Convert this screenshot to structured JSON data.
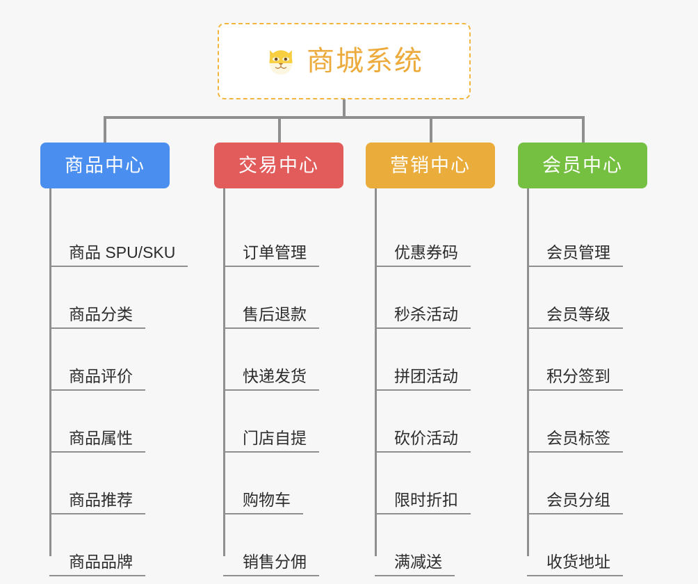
{
  "page": {
    "background_color": "#f7f7f7",
    "diagram_type": "mindmap-tree"
  },
  "root": {
    "title": "商城系统",
    "icon": "shiba-dog-face-icon",
    "text_color": "#ecab3c",
    "border_color": "#f2b63f",
    "background_color": "#ffffff"
  },
  "connector": {
    "color": "#8f8f8f"
  },
  "branches": [
    {
      "label": "商品中心",
      "color": "#4a8ef0",
      "items": [
        "商品 SPU/SKU",
        "商品分类",
        "商品评价",
        "商品属性",
        "商品推荐",
        "商品品牌"
      ]
    },
    {
      "label": "交易中心",
      "color": "#e25c5c",
      "items": [
        "订单管理",
        "售后退款",
        "快递发货",
        "门店自提",
        "购物车",
        "销售分佣"
      ]
    },
    {
      "label": "营销中心",
      "color": "#eaac3b",
      "items": [
        "优惠券码",
        "秒杀活动",
        "拼团活动",
        "砍价活动",
        "限时折扣",
        "满减送"
      ]
    },
    {
      "label": "会员中心",
      "color": "#76c041",
      "items": [
        "会员管理",
        "会员等级",
        "积分签到",
        "会员标签",
        "会员分组",
        "收货地址"
      ]
    }
  ]
}
